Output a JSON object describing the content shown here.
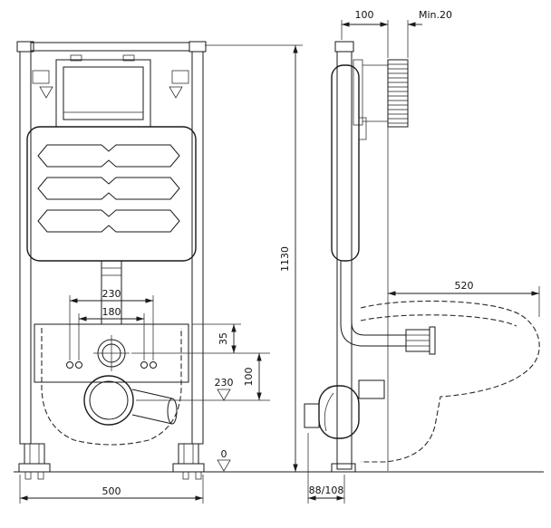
{
  "drawing": {
    "front_view": {
      "dim_width": "500",
      "dim_height": "1130",
      "dim_bolt_outer": "230",
      "dim_bolt_inner": "180",
      "dim_plate_to_flush": "35",
      "dim_flush_to_outlet": "100",
      "level_outlet": "230",
      "level_floor": "0"
    },
    "side_view": {
      "dim_frame_depth": "100",
      "dim_wall_min": "Min.20",
      "dim_bowl_depth": "520",
      "dim_outlet_distance": "88/108"
    }
  }
}
